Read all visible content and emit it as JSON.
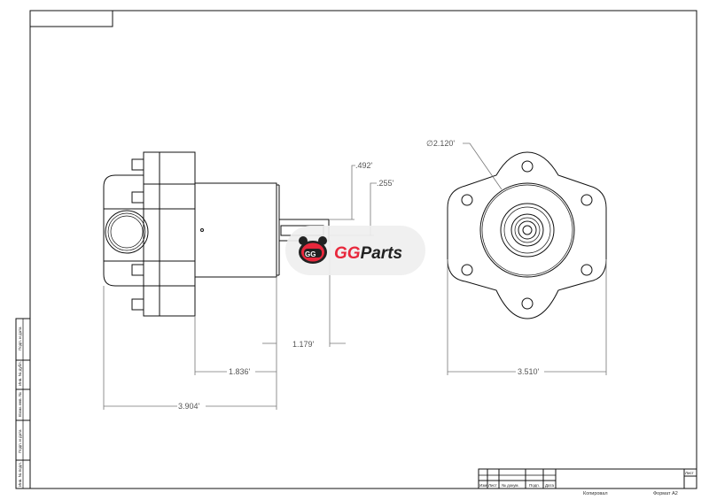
{
  "drawing": {
    "dimensions": {
      "overall_length": "3.904'",
      "body_length": "1.836'",
      "shaft_length": "1.179'",
      "key_width": ".492'",
      "key_depth": ".255'",
      "pilot_diameter": "∅2.120'",
      "flange_width": "3.510'"
    }
  },
  "watermark": {
    "brand_a": "GG",
    "brand_b": "Parts"
  },
  "side_strip": [
    "Подп. и дата",
    "Инв. № дубл.",
    "Взам. инв. №",
    "Подп. и дата",
    "Инв. № подл."
  ],
  "title_block": {
    "headers": [
      "Изм.",
      "Лист",
      "№ докум.",
      "Подп.",
      "Дата"
    ],
    "sheet_label": "Лист",
    "copied": "Копировал",
    "format": "Формат A2"
  },
  "colors": {
    "brand_red": "#e8283c",
    "brand_dark": "#222222",
    "watermark_bg": "#efefef"
  }
}
